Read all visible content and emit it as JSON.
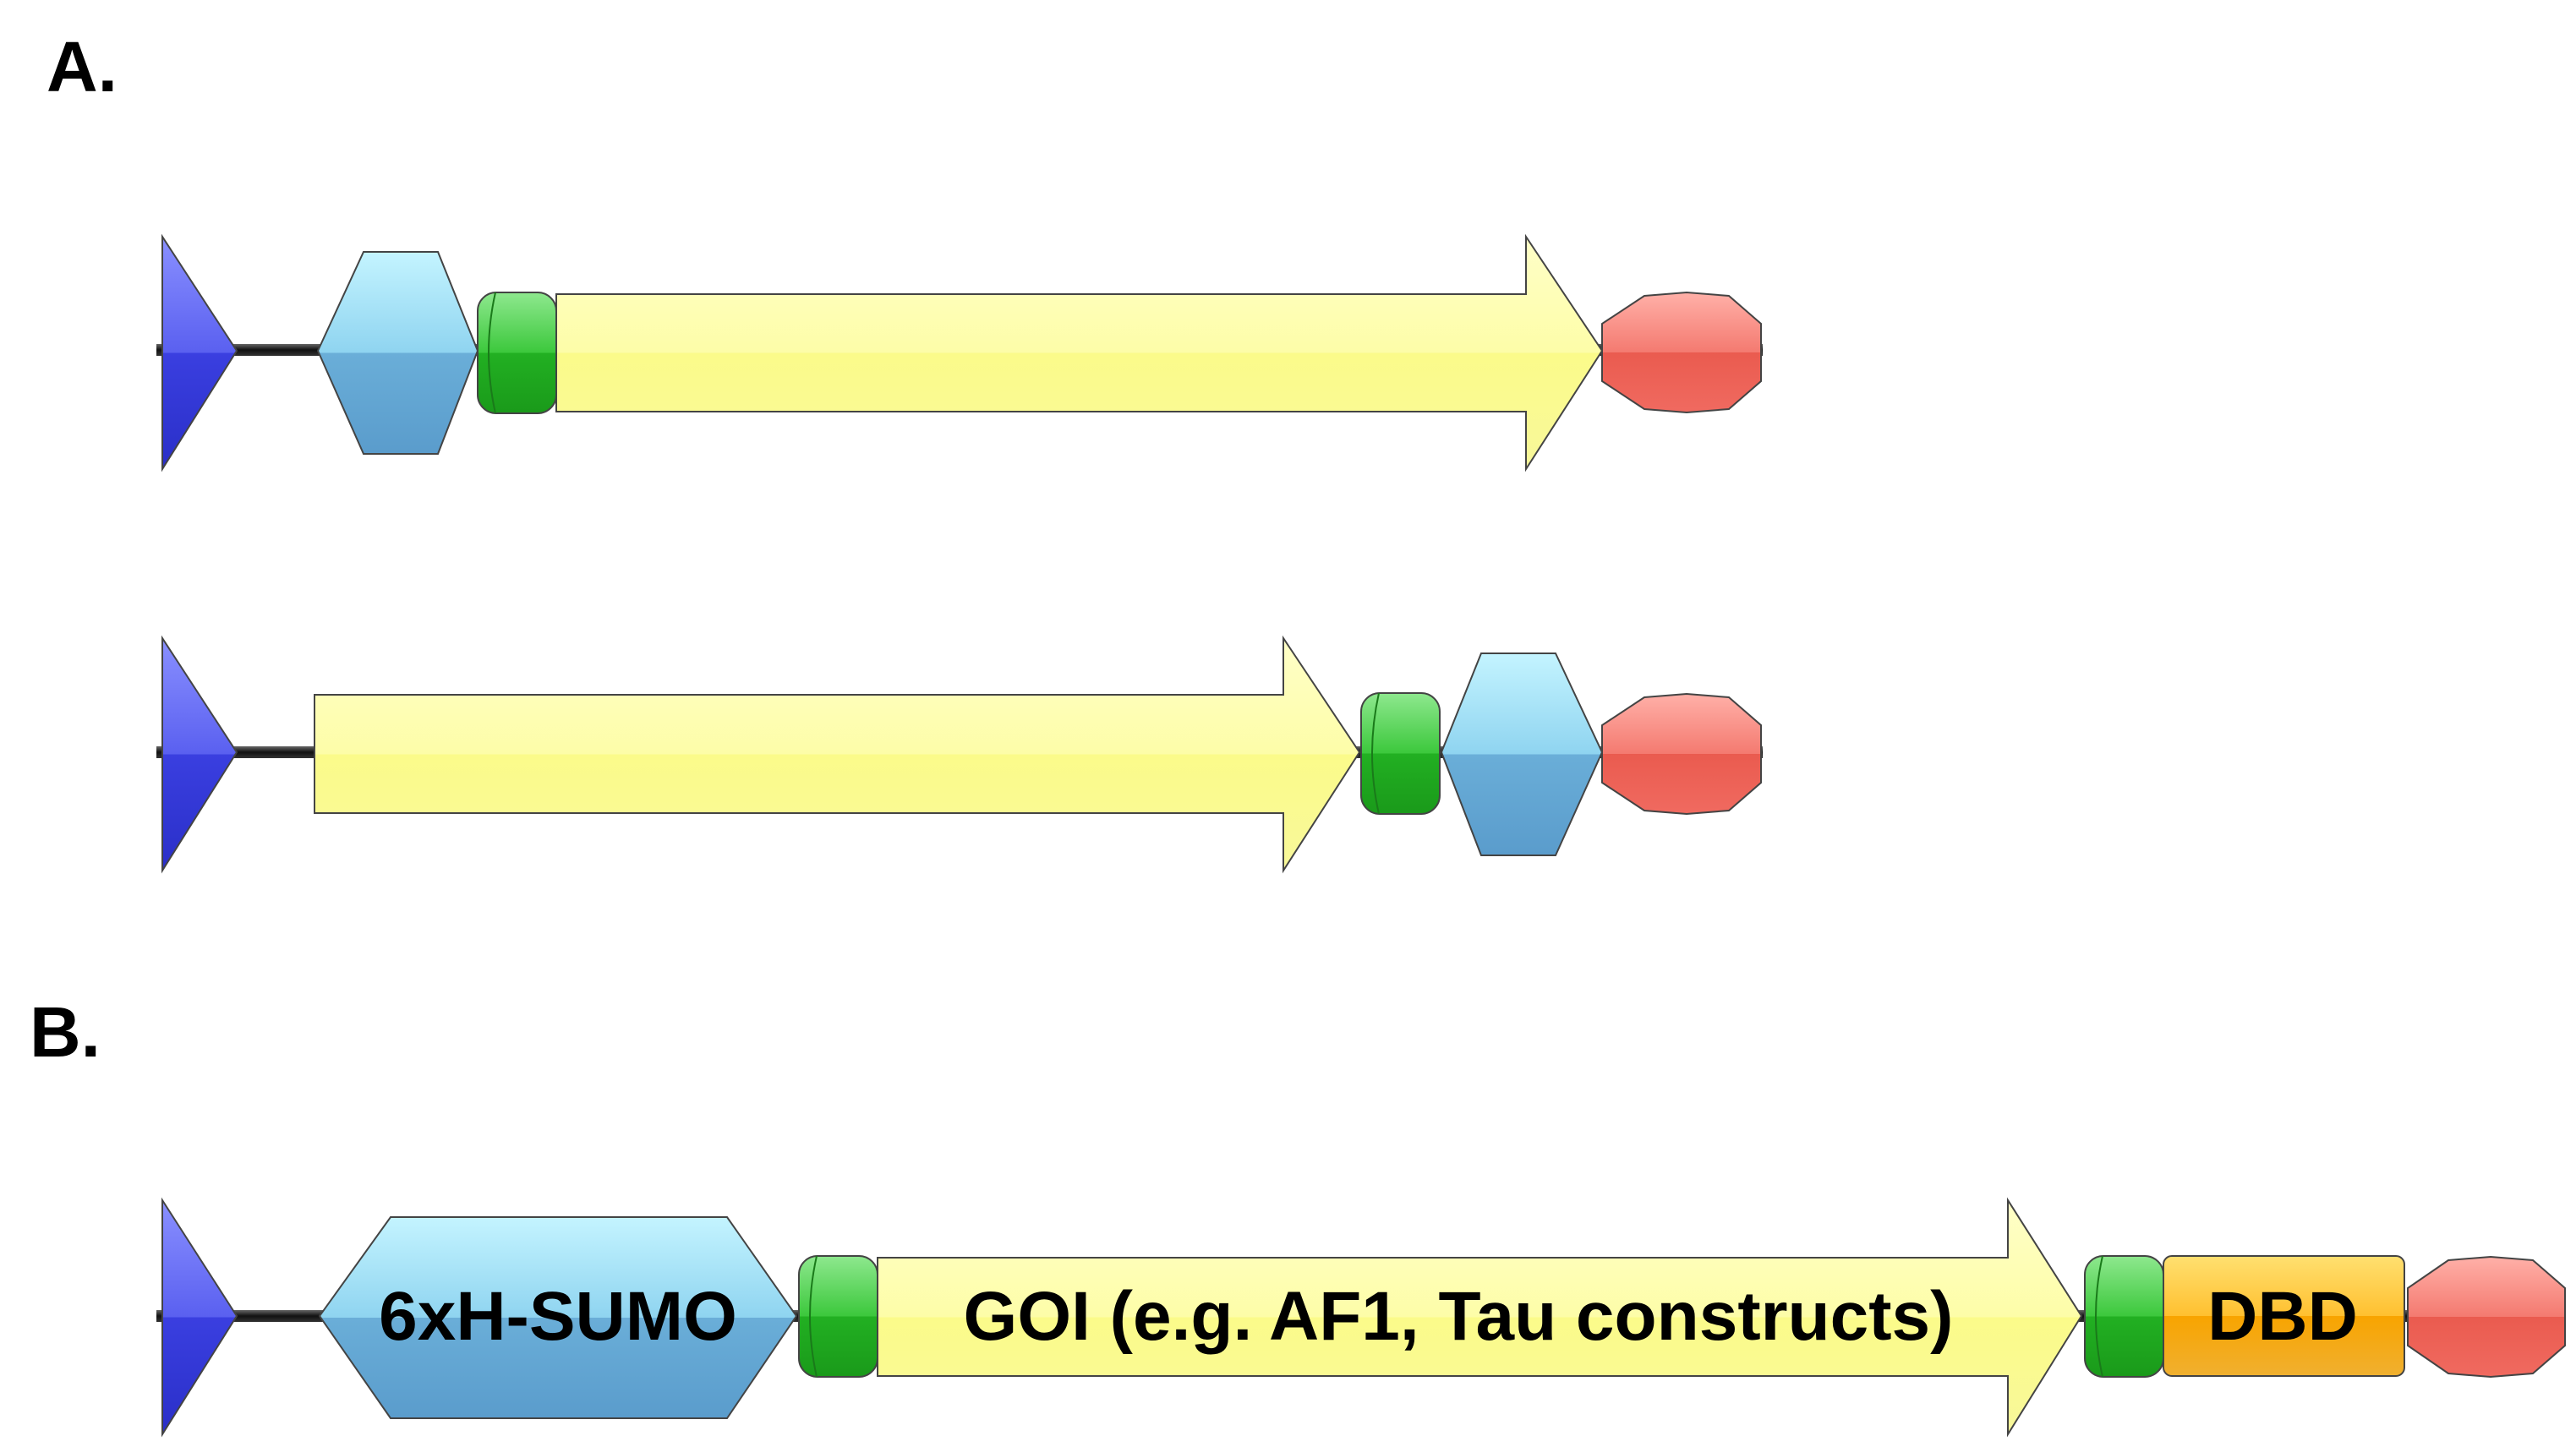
{
  "panels": {
    "a": {
      "label": "A."
    },
    "b": {
      "label": "B."
    }
  },
  "construct_b": {
    "sumo_label": "6xH-SUMO",
    "goi_label": "GOI (e.g. AF1, Tau constructs)",
    "dbd_label": "DBD"
  },
  "colors": {
    "promoter": "#3a3fe0",
    "sumo_tag": "#6aaed8",
    "linker": "#22b022",
    "goi": "#fbfb9a",
    "dbd": "#f8a400",
    "terminator": "#ea5b4f",
    "backbone": "#1a1a1a"
  }
}
